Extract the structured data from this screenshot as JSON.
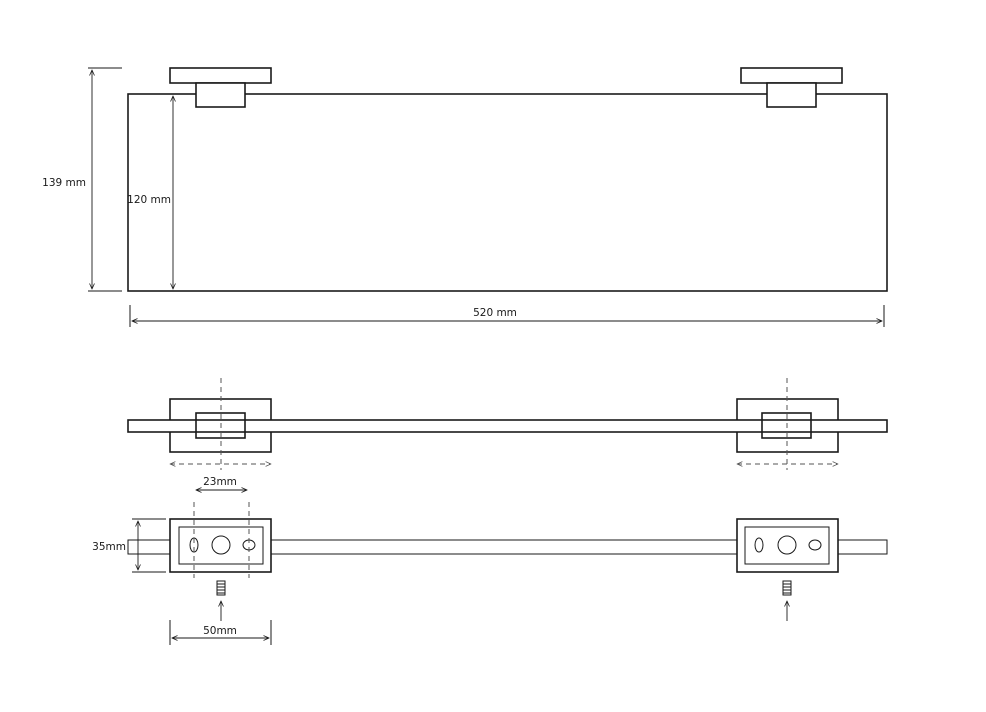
{
  "dimensions": {
    "total_height": "139 mm",
    "glass_height": "120 mm",
    "width": "520 mm",
    "hole_spacing": "23mm",
    "bracket_depth": "35mm",
    "bracket_width": "50mm"
  },
  "colors": {
    "line": "#1a1a1a",
    "dash": "#555555",
    "background": "#ffffff"
  }
}
